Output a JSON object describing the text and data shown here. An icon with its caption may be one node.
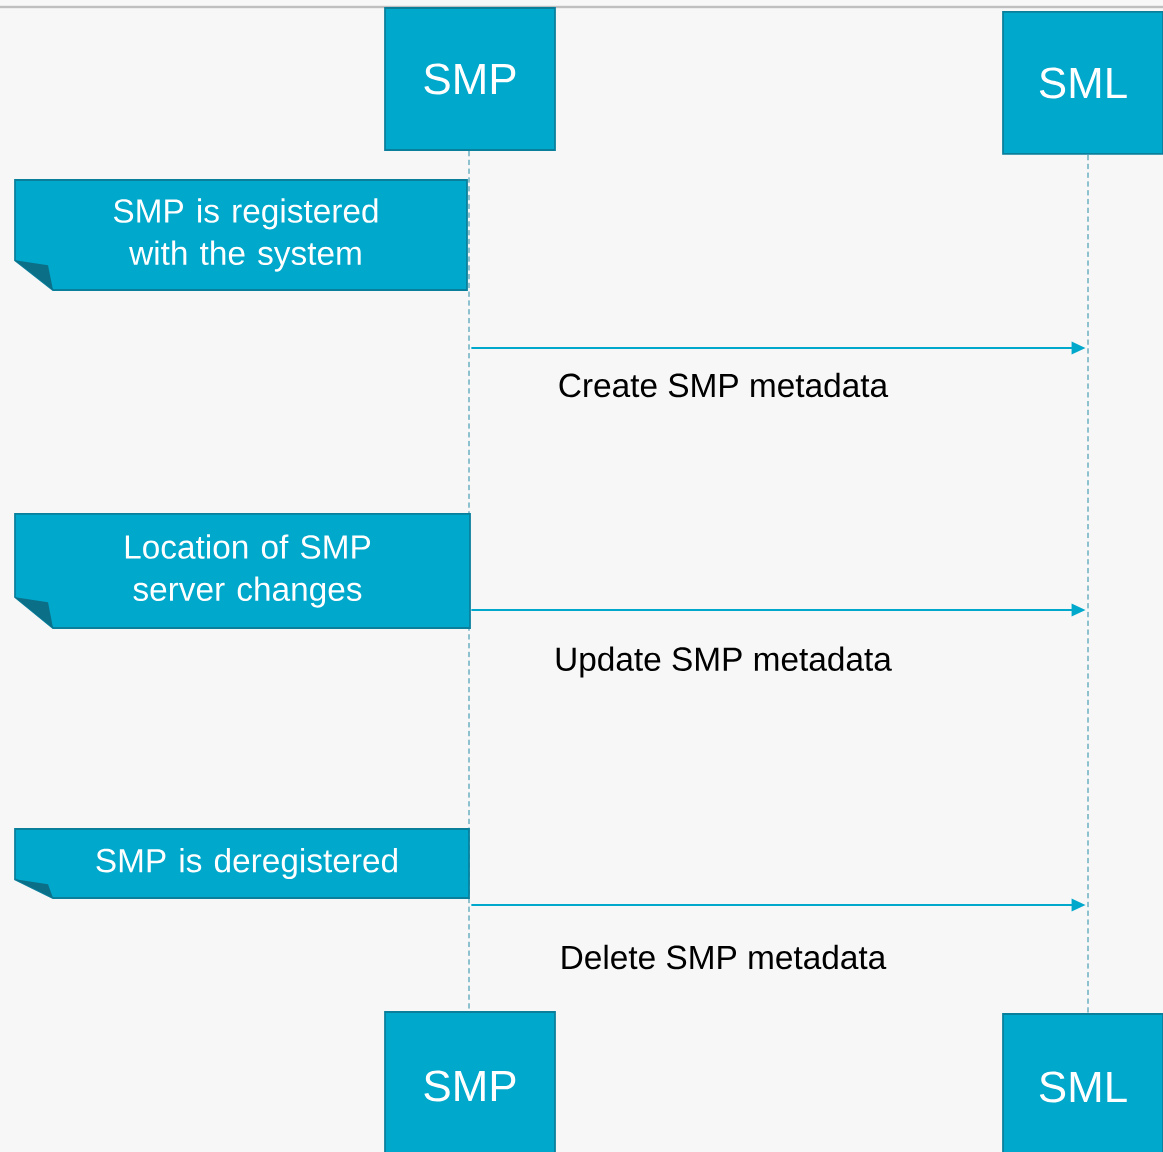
{
  "diagram": {
    "nodes": [
      {
        "text": [
          "SMP"
        ]
      },
      {
        "text": [
          "SML"
        ]
      },
      {
        "text": [],
        "shape": "bar"
      },
      {
        "text": [],
        "shape": "bar"
      },
      {
        "text": [
          "SMP is registered with the system"
        ]
      },
      {
        "text": [
          "Location of SMP server changes"
        ]
      },
      {
        "text": [
          "SMP is deregistered"
        ]
      },
      {
        "text": [
          "SMP"
        ]
      },
      {
        "text": [
          "SML"
        ]
      }
    ],
    "edges": [
      {
        "from": 2,
        "to": 3,
        "arrow": "to",
        "label": "Create SMP metadata"
      },
      {
        "from": 2,
        "to": 3,
        "arrow": "to",
        "label": "Update SMP metadata"
      },
      {
        "from": 2,
        "to": 3,
        "arrow": "to",
        "label": "Delete SMP metadata"
      }
    ]
  }
}
